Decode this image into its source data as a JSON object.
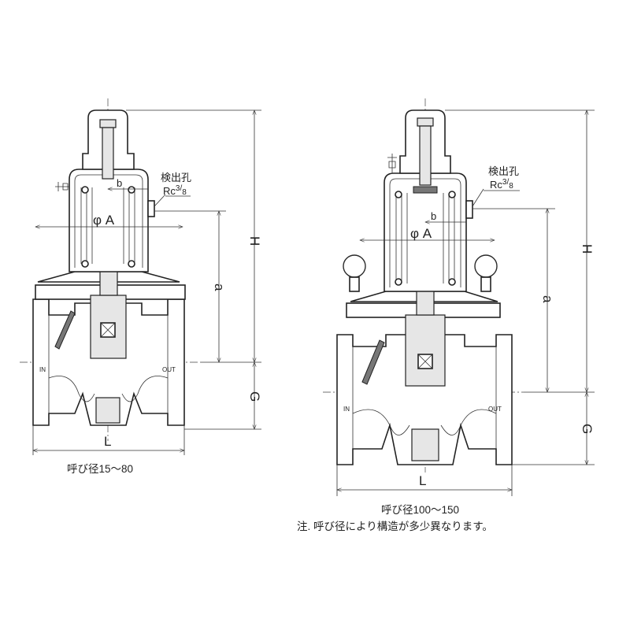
{
  "left_drawing": {
    "port_label": "検出孔",
    "port_thread": "Rc",
    "port_size_num": "3",
    "port_size_den": "8",
    "dim_b": "b",
    "dim_phiA": "φ A",
    "dim_H": "H",
    "dim_a": "a",
    "dim_G": "G",
    "dim_L": "L",
    "inlet": "IN",
    "outlet": "OUT",
    "caption": "呼び径15～80"
  },
  "right_drawing": {
    "port_label": "検出孔",
    "port_thread": "Rc",
    "port_size_num": "3",
    "port_size_den": "8",
    "dim_b": "b",
    "dim_phiA": "φ A",
    "dim_H": "H",
    "dim_a": "a",
    "dim_G": "G",
    "dim_L": "L",
    "inlet": "IN",
    "outlet": "OUT",
    "caption": "呼び径100～150",
    "note": "注.  呼び径により構造が多少異なります。"
  }
}
